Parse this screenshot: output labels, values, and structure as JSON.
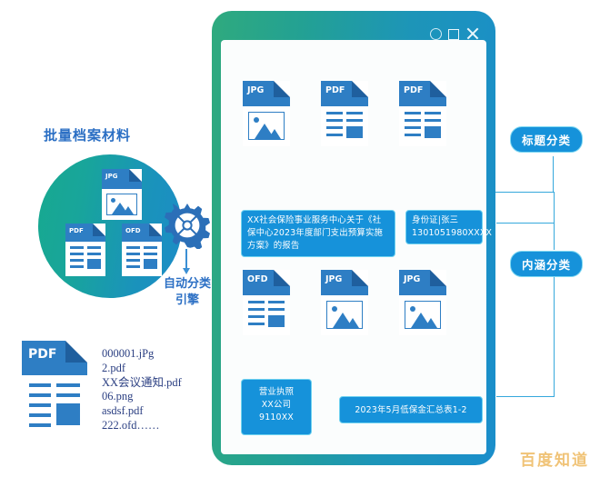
{
  "left_panel": {
    "title": "批量档案材料",
    "bubble_docs": [
      {
        "label": "JPG",
        "kind": "image"
      },
      {
        "label": "PDF",
        "kind": "text"
      },
      {
        "label": "OFD",
        "kind": "text"
      }
    ]
  },
  "engine": {
    "icon": "gear-icon",
    "label_line1": "自动分类",
    "label_line2": "引擎"
  },
  "file_list": {
    "icon_label": "PDF",
    "files": [
      "000001.jPg",
      "2.pdf",
      "XX会议通知.pdf",
      "06.png",
      "asdsf.pdf",
      "222.ofd……"
    ]
  },
  "window": {
    "controls": {
      "minimize": "minimize-icon",
      "maximize": "maximize-icon",
      "close": "close-icon"
    },
    "documents_row1": [
      {
        "label": "JPG",
        "kind": "image"
      },
      {
        "label": "PDF",
        "kind": "text"
      },
      {
        "label": "PDF",
        "kind": "text"
      }
    ],
    "documents_row2": [
      {
        "label": "OFD",
        "kind": "text"
      },
      {
        "label": "JPG",
        "kind": "image"
      },
      {
        "label": "JPG",
        "kind": "image"
      }
    ],
    "cards": {
      "title_card": "XX社会保险事业服务中心关于《社保中心2023年度部门支出预算实施方案》的报告",
      "id_card_line1": "身份证|张三",
      "id_card_line2": "1301051980XXXX",
      "license_line1": "营业执照",
      "license_line2": "XX公司",
      "license_line3": "9110XX",
      "summary_card": "2023年5月低保金汇总表1-2"
    }
  },
  "classifications": [
    {
      "label": "标题分类"
    },
    {
      "label": "内涵分类"
    }
  ],
  "watermark": "百度知道",
  "colors": {
    "teal": "#1aa893",
    "blue": "#1a8ecb",
    "doc_blue": "#2e7ec4",
    "card_blue": "#1692da",
    "connector": "#35a8dc",
    "text_blue": "#2b6fc4",
    "watermark": "#f0c070"
  }
}
